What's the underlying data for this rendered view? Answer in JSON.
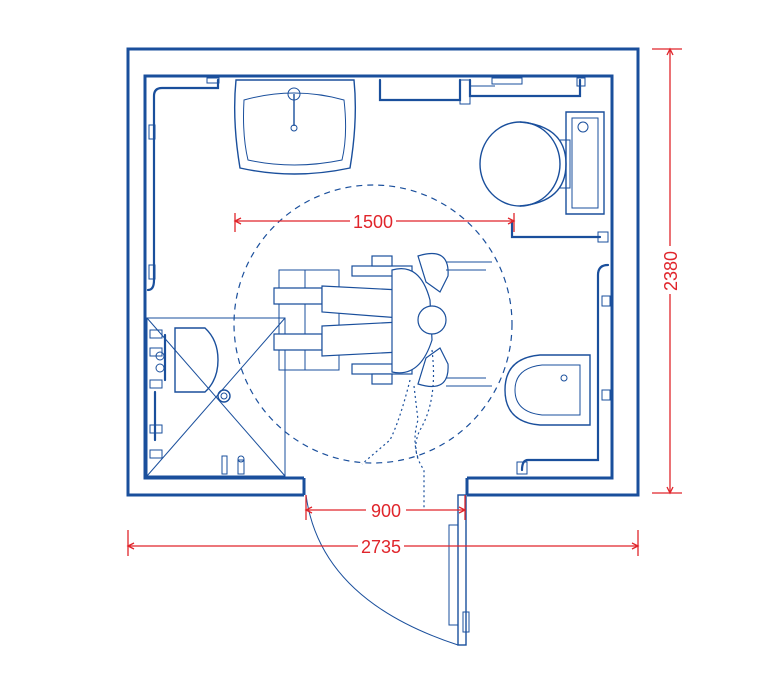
{
  "dimensions": {
    "turning_circle": "1500",
    "door_opening": "900",
    "overall_width": "2735",
    "overall_height": "2380"
  },
  "colors": {
    "line": "#1a4f9c",
    "dimension": "#e0252b"
  }
}
